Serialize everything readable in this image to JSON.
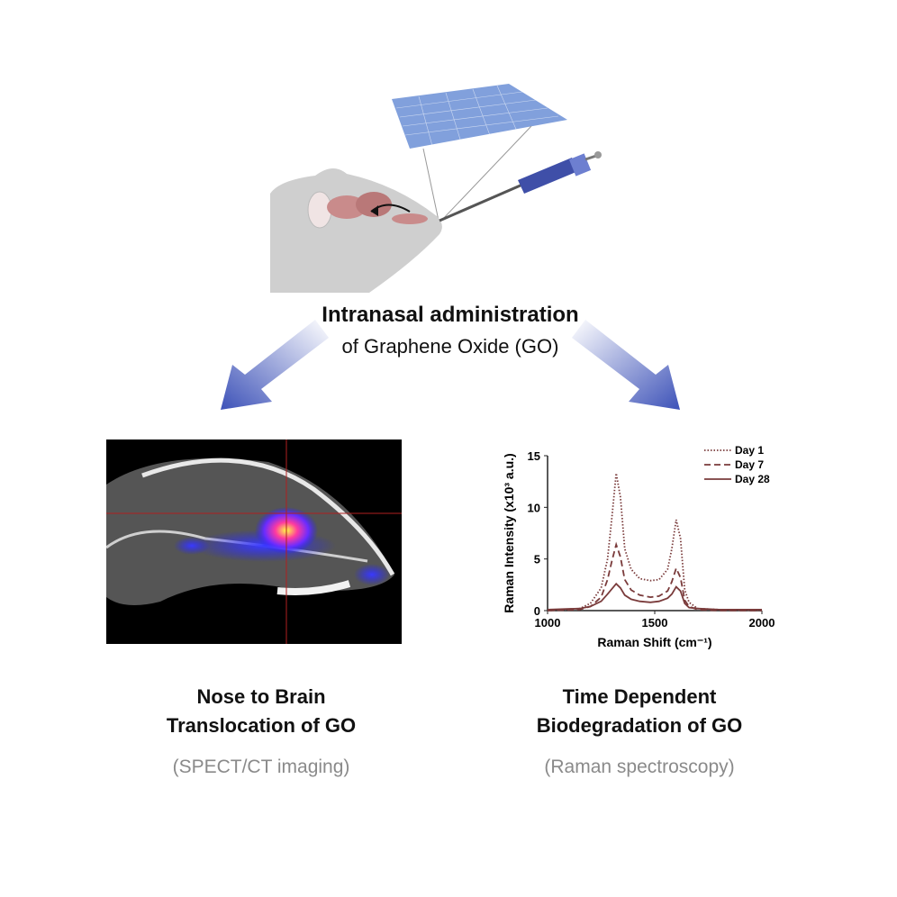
{
  "top": {
    "title": "Intranasal administration",
    "subtitle": "of Graphene Oxide (GO)"
  },
  "left": {
    "caption_line1": "Nose to Brain",
    "caption_line2": "Translocation of GO",
    "method": "(SPECT/CT imaging)"
  },
  "right": {
    "caption_line1": "Time Dependent",
    "caption_line2": "Biodegradation of GO",
    "method": "(Raman spectroscopy)"
  },
  "colors": {
    "arrow": "#3d52b8",
    "graphene": "#6b8fd6",
    "pipette": "#3f4fa8",
    "series": "#7a3b3b"
  },
  "chart_data": {
    "type": "line",
    "xlabel": "Raman Shift (cm⁻¹)",
    "ylabel": "Raman Intensity (x10³ a.u.)",
    "xlim": [
      1000,
      2000
    ],
    "ylim": [
      0,
      15
    ],
    "xticks": [
      1000,
      1500,
      2000
    ],
    "yticks": [
      0,
      5,
      10,
      15
    ],
    "legend_position": "top-right",
    "series": [
      {
        "name": "Day 1",
        "style": "dotted",
        "x": [
          1000,
          1150,
          1200,
          1250,
          1280,
          1300,
          1320,
          1340,
          1360,
          1390,
          1430,
          1480,
          1520,
          1560,
          1580,
          1600,
          1620,
          1640,
          1660,
          1700,
          1800,
          2000
        ],
        "y": [
          0,
          0.2,
          0.7,
          2.2,
          5,
          9,
          13.3,
          11,
          6,
          4,
          3.1,
          2.9,
          3,
          4,
          6,
          8.8,
          7,
          2,
          0.8,
          0.2,
          0.1,
          0
        ]
      },
      {
        "name": "Day 7",
        "style": "dashed",
        "x": [
          1000,
          1150,
          1200,
          1250,
          1280,
          1300,
          1320,
          1340,
          1360,
          1390,
          1430,
          1480,
          1520,
          1560,
          1580,
          1600,
          1620,
          1640,
          1660,
          1700,
          1800,
          2000
        ],
        "y": [
          0,
          0.1,
          0.4,
          1.3,
          3,
          4.8,
          6.4,
          5.2,
          3,
          2,
          1.5,
          1.3,
          1.4,
          1.9,
          2.8,
          4.1,
          3.2,
          1,
          0.4,
          0.1,
          0,
          0
        ]
      },
      {
        "name": "Day 28",
        "style": "solid",
        "x": [
          1000,
          1150,
          1200,
          1250,
          1280,
          1300,
          1320,
          1340,
          1360,
          1390,
          1430,
          1480,
          1520,
          1560,
          1580,
          1600,
          1620,
          1640,
          1660,
          1700,
          1800,
          2000
        ],
        "y": [
          0.1,
          0.2,
          0.4,
          0.9,
          1.6,
          2.1,
          2.6,
          2.2,
          1.5,
          1.1,
          0.9,
          0.8,
          0.9,
          1.2,
          1.6,
          2.3,
          1.9,
          0.7,
          0.3,
          0.2,
          0.1,
          0.1
        ]
      }
    ]
  }
}
